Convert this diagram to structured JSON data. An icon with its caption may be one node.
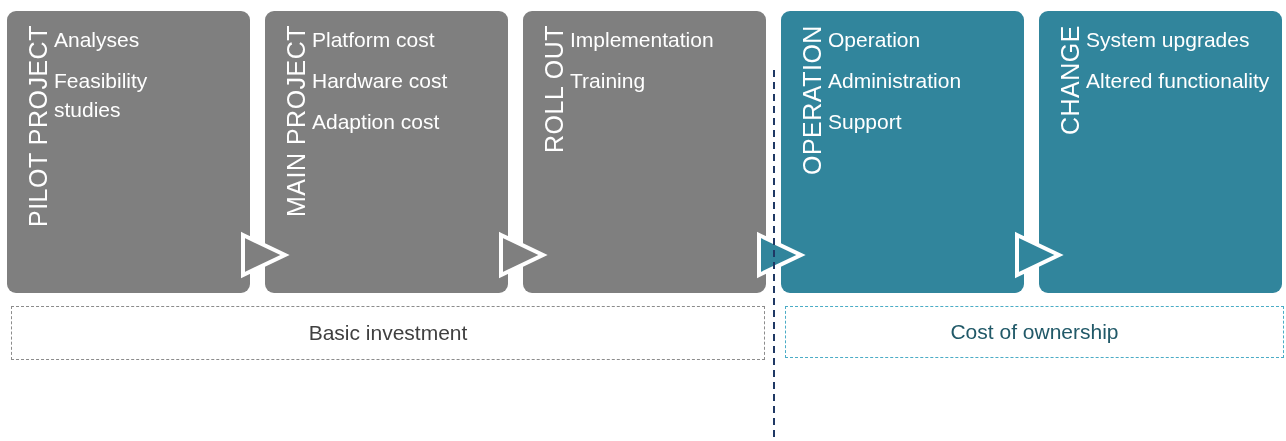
{
  "diagram": {
    "nodes": [
      {
        "text": [
          "PILOT PROJECT",
          "Analyses",
          "Feasibility studies"
        ]
      },
      {
        "text": [
          "MAIN PROJECT",
          "Platform cost",
          "Hardware cost",
          "Adaption cost"
        ]
      },
      {
        "text": [
          "ROLL OUT",
          "Implementation",
          "Training"
        ]
      },
      {
        "text": [
          "OPERATION",
          "Operation",
          "Administration",
          "Support"
        ]
      },
      {
        "text": [
          "CHANGE",
          "System upgrades",
          "Altered functionality"
        ]
      },
      {
        "text": [
          "Basic investment"
        ]
      },
      {
        "text": [
          "Cost of ownership"
        ]
      }
    ],
    "edges": [
      {
        "from": 0,
        "to": 1,
        "arrow": "to"
      },
      {
        "from": 1,
        "to": 2,
        "arrow": "to"
      },
      {
        "from": 2,
        "to": 3,
        "arrow": "to",
        "color": "#31859c"
      },
      {
        "from": 3,
        "to": 4,
        "arrow": "to",
        "color": "#31859c"
      }
    ]
  }
}
